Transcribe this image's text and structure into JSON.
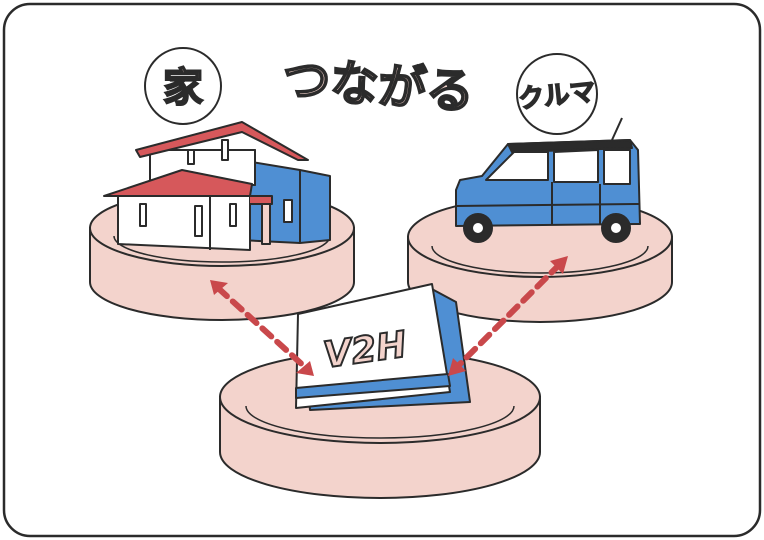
{
  "title": "つながる",
  "nodes": {
    "house": {
      "label": "家"
    },
    "car": {
      "label": "クルマ"
    },
    "v2h": {
      "label": "V2H"
    }
  },
  "colors": {
    "outline": "#2b2b2b",
    "pedestal": "#f3d3cc",
    "roof": "#d6585b",
    "blue": "#4f8fd3",
    "arrow": "#c9484b",
    "title_fill": "#f3d3cc"
  }
}
